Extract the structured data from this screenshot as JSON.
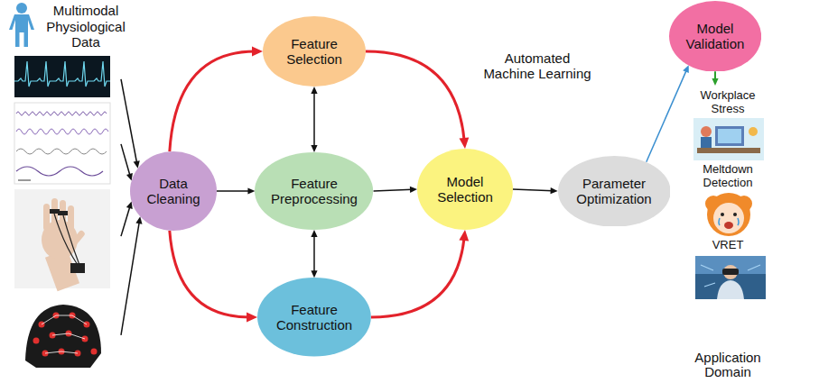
{
  "diagram": {
    "nodes": [
      {
        "text": [
          "Multimodal Physiological Data"
        ]
      },
      {
        "text": [
          "Data Cleaning"
        ]
      },
      {
        "text": [
          "Automated Machine Learning"
        ]
      },
      {
        "text": [
          "Feature Selection"
        ],
        "in": 2
      },
      {
        "text": [
          "Feature Preprocessing"
        ],
        "in": 2
      },
      {
        "text": [
          "Feature Construction"
        ],
        "in": 2
      },
      {
        "text": [
          "Model Selection"
        ],
        "in": 2
      },
      {
        "text": [
          "Parameter Optimization"
        ],
        "in": 2
      },
      {
        "text": [
          "Model Validation"
        ]
      },
      {
        "text": [
          "Application Domain"
        ]
      }
    ],
    "edges": [
      {
        "from": 0,
        "to": 1,
        "arrow": "to"
      },
      {
        "from": 0,
        "to": 1,
        "arrow": "to"
      },
      {
        "from": 0,
        "to": 1,
        "arrow": "to"
      },
      {
        "from": 0,
        "to": 1,
        "arrow": "to"
      },
      {
        "from": 1,
        "to": 3,
        "arrow": "to"
      },
      {
        "from": 1,
        "to": 4,
        "arrow": "to"
      },
      {
        "from": 1,
        "to": 5,
        "arrow": "to"
      },
      {
        "from": 3,
        "to": 4,
        "arrow": "both"
      },
      {
        "from": 4,
        "to": 5,
        "arrow": "both"
      },
      {
        "from": 3,
        "to": 6,
        "arrow": "to"
      },
      {
        "from": 4,
        "to": 6,
        "arrow": "to"
      },
      {
        "from": 5,
        "to": 6,
        "arrow": "to"
      },
      {
        "from": 6,
        "to": 7,
        "arrow": "to"
      },
      {
        "from": 7,
        "to": 8,
        "arrow": "to"
      },
      {
        "from": 8,
        "to": 9,
        "arrow": "to"
      }
    ],
    "labels": [
      "Workplace Stress",
      "Meltdown Detection",
      "VRET"
    ]
  }
}
